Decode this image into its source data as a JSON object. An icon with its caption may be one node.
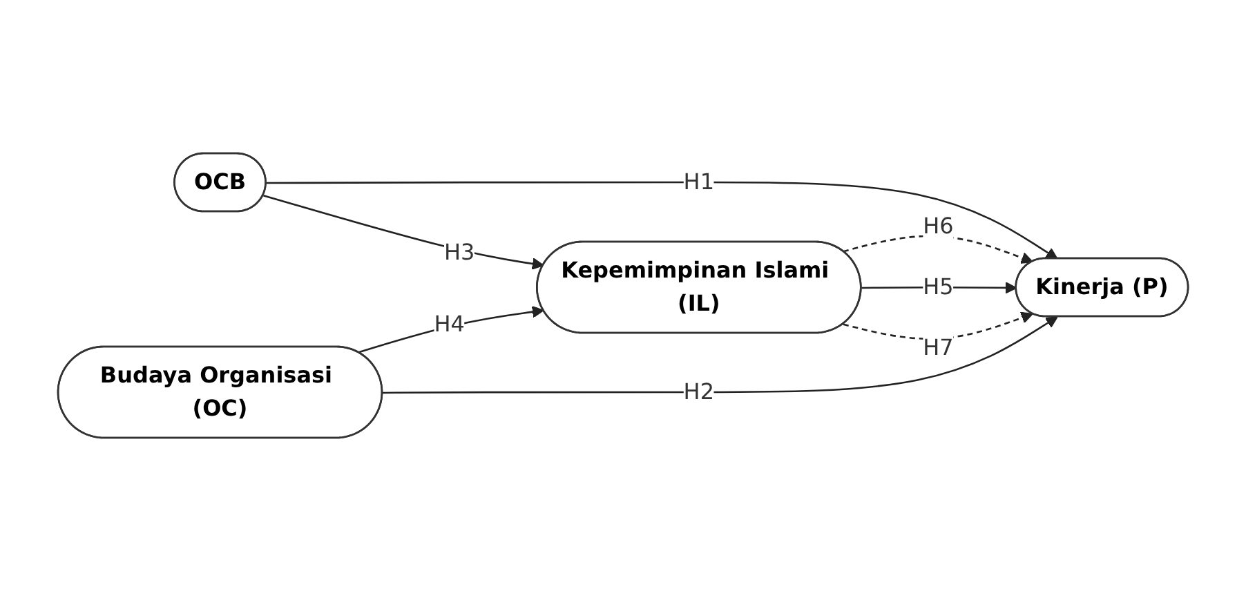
{
  "diagram": {
    "nodes": [
      {
        "text": [
          "OCB"
        ]
      },
      {
        "text": [
          "Budaya Organisasi (OC)"
        ]
      },
      {
        "text": [
          "Kepemimpinan Islami (IL)"
        ]
      },
      {
        "text": [
          "Kinerja (P)"
        ]
      }
    ],
    "edges": [
      {
        "from": 0,
        "to": 3,
        "arrow": "to",
        "label": "H1"
      },
      {
        "from": 0,
        "to": 2,
        "arrow": "to",
        "label": "H3"
      },
      {
        "from": 1,
        "to": 2,
        "arrow": "to",
        "label": "H4"
      },
      {
        "from": 1,
        "to": 3,
        "arrow": "to",
        "label": "H2"
      },
      {
        "from": 2,
        "to": 3,
        "arrow": "to",
        "label": "H6",
        "style": "dashed"
      },
      {
        "from": 2,
        "to": 3,
        "arrow": "to",
        "label": "H5"
      },
      {
        "from": 2,
        "to": 3,
        "arrow": "to",
        "label": "H7",
        "style": "dashed"
      }
    ]
  }
}
